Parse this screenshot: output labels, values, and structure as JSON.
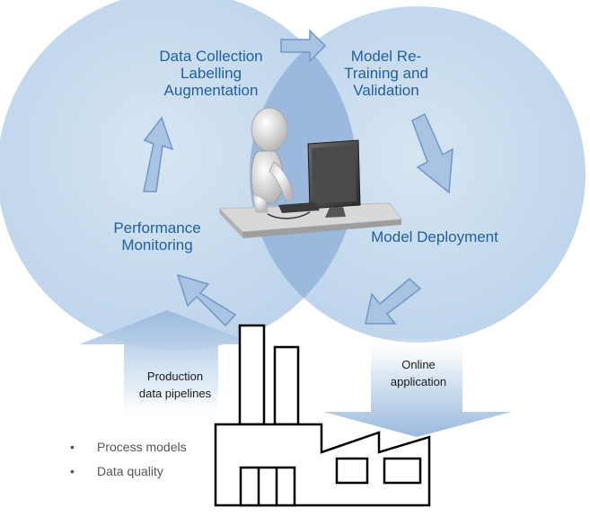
{
  "diagram": {
    "nodes": {
      "data_collection": [
        "Data Collection",
        "Labelling",
        "Augmentation"
      ],
      "model_retraining": [
        "Model Re-",
        "Training and",
        "Validation"
      ],
      "model_deployment": [
        "Model Deployment"
      ],
      "performance_monitoring": [
        "Performance",
        "Monitoring"
      ]
    },
    "flows": {
      "production_pipelines": [
        "Production",
        "data pipelines"
      ],
      "online_application": [
        "Online",
        "application"
      ]
    },
    "bullets": [
      "Process models",
      "Data quality"
    ],
    "bullet_marker": "•",
    "cycle_order": [
      "data_collection",
      "model_retraining",
      "model_deployment",
      "performance_monitoring"
    ],
    "colors": {
      "circle_fill": "#c3d8ec",
      "overlap_fill": "#9ab9dd",
      "label_blue": "#1f5f9e",
      "arrow_fill": "#a9c4e3",
      "arrow_stroke": "#6e95c5"
    },
    "icons": [
      "figure-at-computer-icon",
      "factory-icon",
      "cycle-arrow-icon"
    ]
  }
}
